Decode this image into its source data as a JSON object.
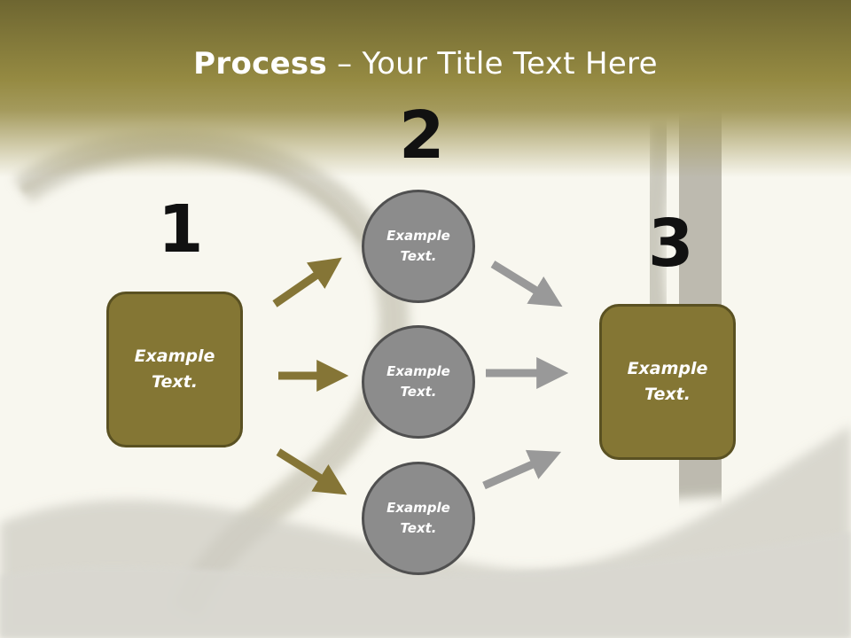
{
  "slide": {
    "title_bold": "Process",
    "title_rest": " – Your Title Text Here"
  },
  "steps": [
    {
      "number": "1",
      "label": "Example\nText."
    },
    {
      "number": "2",
      "label": "Example\nText."
    },
    {
      "number": "3",
      "label": "Example\nText."
    }
  ],
  "middle_nodes": [
    {
      "label": "Example\nText."
    },
    {
      "label": "Example\nText."
    },
    {
      "label": "Example\nText."
    }
  ],
  "colors": {
    "box_fill": "#847634",
    "box_border": "#5a5122",
    "circle_fill": "#8c8c8c",
    "circle_border": "#505050",
    "arrow_olive": "#857536",
    "arrow_gray": "#999999"
  }
}
